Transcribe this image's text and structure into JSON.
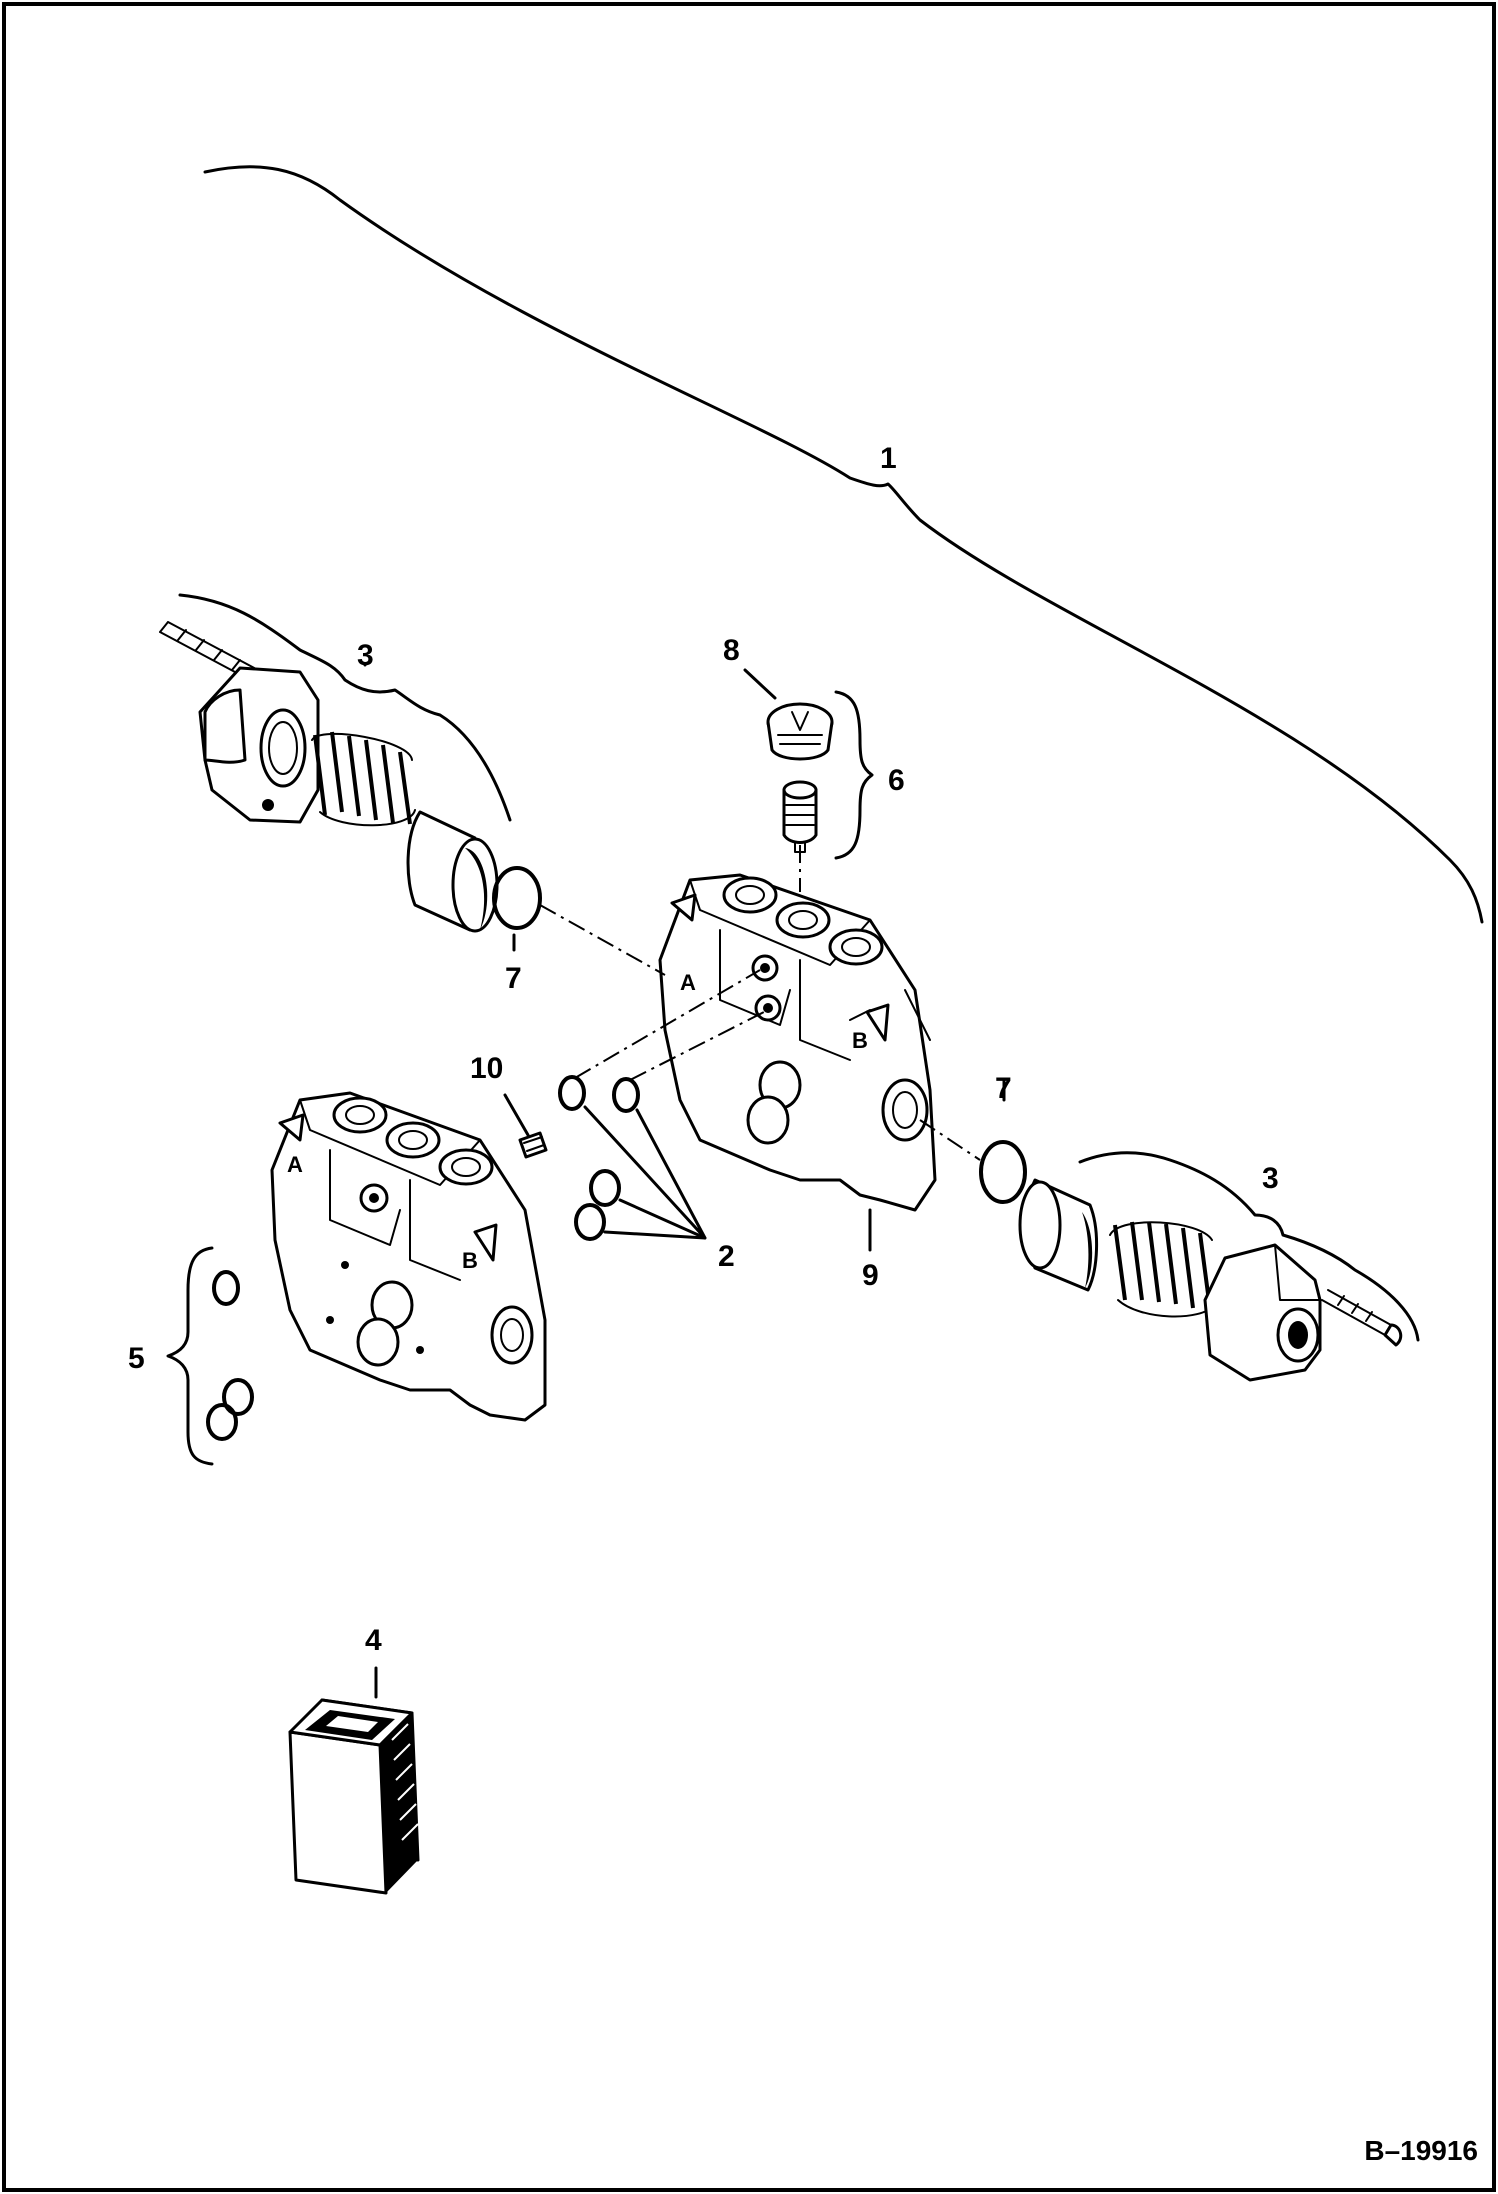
{
  "callouts": {
    "c1": "1",
    "c2": "2",
    "c3_left": "3",
    "c3_right": "3",
    "c4": "4",
    "c5": "5",
    "c6": "6",
    "c7_left": "7",
    "c7_right": "7",
    "c8": "8",
    "c9": "9",
    "c10": "10"
  },
  "port_labels": {
    "main_a": "A",
    "main_b": "B",
    "lower_a": "A",
    "lower_b": "B"
  },
  "reference": "B–19916"
}
